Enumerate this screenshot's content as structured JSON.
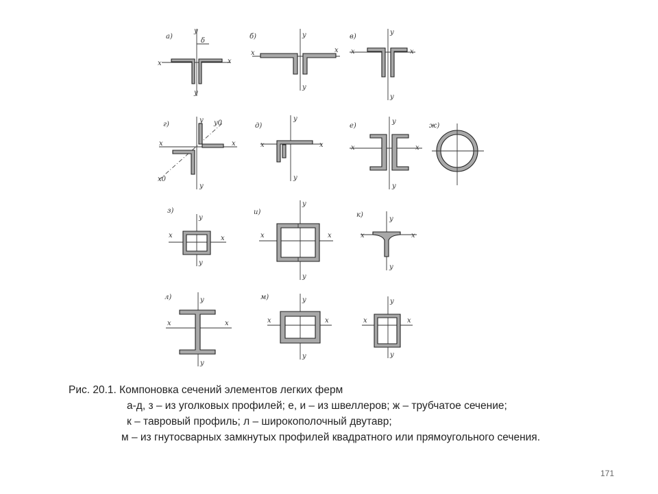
{
  "figure": {
    "panels": [
      {
        "id": "a",
        "label": "а)"
      },
      {
        "id": "b",
        "label": "б)"
      },
      {
        "id": "v",
        "label": "в)"
      },
      {
        "id": "g",
        "label": "г)"
      },
      {
        "id": "d",
        "label": "д)"
      },
      {
        "id": "e",
        "label": "е)"
      },
      {
        "id": "zh",
        "label": "ж)"
      },
      {
        "id": "z",
        "label": "з)"
      },
      {
        "id": "i",
        "label": "и)"
      },
      {
        "id": "k",
        "label": "к)"
      },
      {
        "id": "l",
        "label": "л)"
      },
      {
        "id": "m",
        "label": "м)"
      }
    ],
    "axis_x": "x",
    "axis_y": "y",
    "axis_x0": "x0",
    "axis_y0": "y0",
    "delta": "δ"
  },
  "caption": {
    "line1": "Рис. 20.1. Компоновка сечений элементов легких ферм",
    "line2": "а-д, з – из уголковых профилей; е, и – из швеллеров; ж – трубчатое сечение;",
    "line3": "к – тавровый профиль; л – широкополочный двутавр;",
    "line4": "м – из гнутосварных замкнутых профилей квадратного или прямоугольного сечения."
  },
  "page_number": "171"
}
